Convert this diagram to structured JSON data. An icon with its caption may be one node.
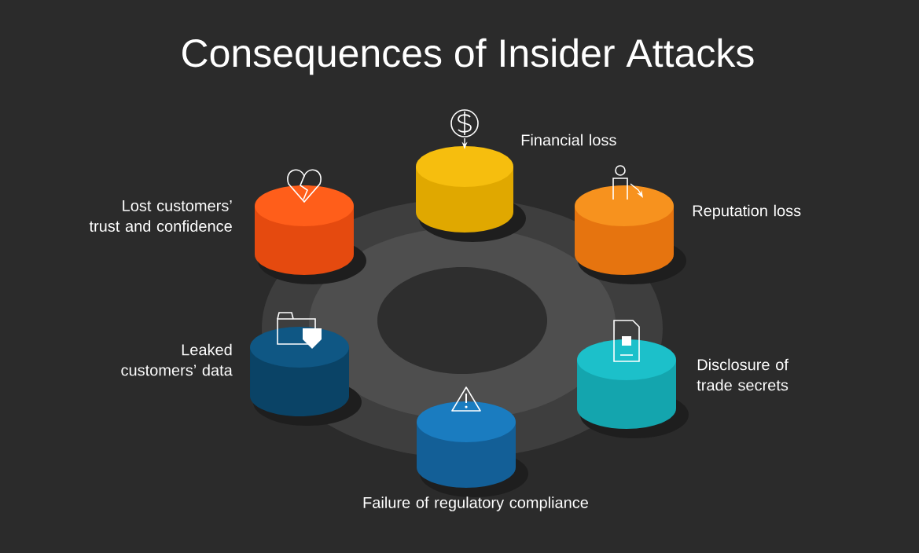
{
  "diagram": {
    "title": "Consequences of Insider Attacks",
    "nodes": [
      {
        "text": [],
        "shape": "cylinder",
        "beside": [
          "Financial loss"
        ]
      },
      {
        "text": [],
        "shape": "cylinder",
        "beside": [
          "Reputation loss"
        ]
      },
      {
        "text": [],
        "shape": "cylinder",
        "beside": [
          "Lost customers’ trust and confidence"
        ]
      },
      {
        "text": [],
        "shape": "cylinder",
        "beside": [
          "Leaked customers’ data"
        ]
      },
      {
        "text": [],
        "shape": "cylinder",
        "beside": [
          "Disclosure of trade secrets"
        ]
      },
      {
        "text": [],
        "shape": "cylinder",
        "beside": [
          "Failure of regulatory compliance"
        ]
      }
    ]
  }
}
